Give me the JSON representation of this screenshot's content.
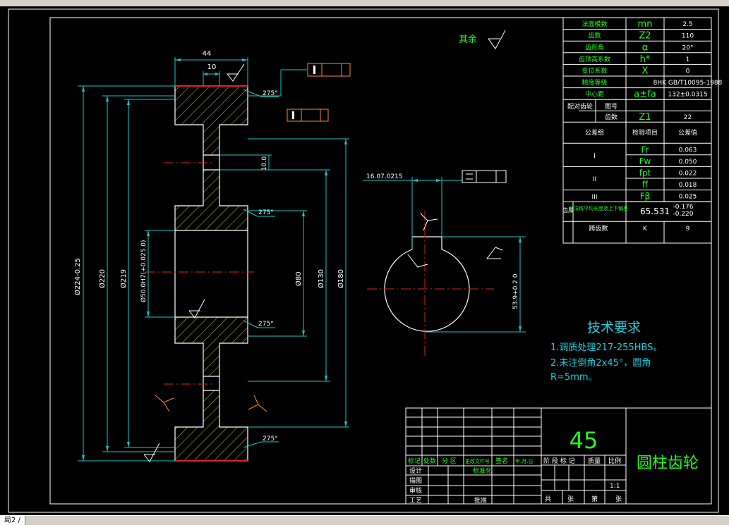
{
  "status": {
    "tab_label": "局2 /"
  },
  "drawing": {
    "roughness_note": "其余",
    "dims": {
      "hub_width": "44",
      "web_width": "10",
      "keyway_depth": "10.0",
      "d_outer": "Ø224-0.25",
      "d_220": "Ø220",
      "d_219": "Ø219",
      "d_bore": "Ø50.0H7(+0.025 0)",
      "d_80": "Ø80",
      "d_130": "Ø130",
      "d_180": "Ø180",
      "key_width": "16.07.0215",
      "key_height": "53.9+0.2 0",
      "chamfer_1": "275°",
      "chamfer_2": "275°",
      "chamfer_3": "275°",
      "chamfer_4": "275°"
    }
  },
  "params": {
    "rows": [
      {
        "label": "法面模数",
        "sym": "mn",
        "val": "2.5"
      },
      {
        "label": "齿数",
        "sym": "Z2",
        "val": "110"
      },
      {
        "label": "齿形角",
        "sym": "α",
        "val": "20°"
      },
      {
        "label": "齿顶高系数",
        "sym": "h*",
        "val": "1"
      },
      {
        "label": "变位系数",
        "sym": "X",
        "val": "0"
      },
      {
        "label": "精度等级",
        "sym": "",
        "val": "8HK GB/T10095-1988"
      },
      {
        "label": "中心距",
        "sym": "a±fa",
        "val": "132±0.0315"
      }
    ],
    "pair": {
      "label": "配对齿轮",
      "sub1": "图号",
      "sub2": "齿数",
      "sym": "Z1",
      "val": "22"
    },
    "tol_header": {
      "group": "公差组",
      "item": "检验项目",
      "value": "公差值"
    },
    "tol_groups": [
      "I",
      "II",
      "III"
    ],
    "tol_rows": [
      {
        "sym": "Fr",
        "val": "0.063"
      },
      {
        "sym": "Fw",
        "val": "0.050"
      },
      {
        "sym": "fpt",
        "val": "0.022"
      },
      {
        "sym": "ff",
        "val": "0.018"
      },
      {
        "sym": "Fβ",
        "val": "0.025"
      }
    ],
    "thickness": {
      "side": "齿厚",
      "label": "公法线平均长度及上下偏差",
      "val": "65.531",
      "upper": "-0.176",
      "lower": "-0.220"
    },
    "span": {
      "label": "跨齿数",
      "sym": "K",
      "val": "9"
    }
  },
  "tech": {
    "title": "技术要求",
    "items": [
      "1.调质处理217-255HBS。",
      "2.未注倒角2x45°，圆角",
      "R=5mm。"
    ]
  },
  "titleblock": {
    "material": "45",
    "part_name": "圆柱齿轮",
    "row_labels_1": [
      "标记",
      "处数",
      "分 区",
      "更改文件号",
      "签名",
      "年.月.日"
    ],
    "design": "设计",
    "standard": "标准化",
    "stage_labels": [
      "阶 段 标 记",
      "质量",
      "比例"
    ],
    "scale": "1:1",
    "drafting": "描图",
    "review": "审核",
    "process": "工艺",
    "approve": "批准",
    "sheets": [
      "共",
      "张",
      "第",
      "张"
    ]
  }
}
